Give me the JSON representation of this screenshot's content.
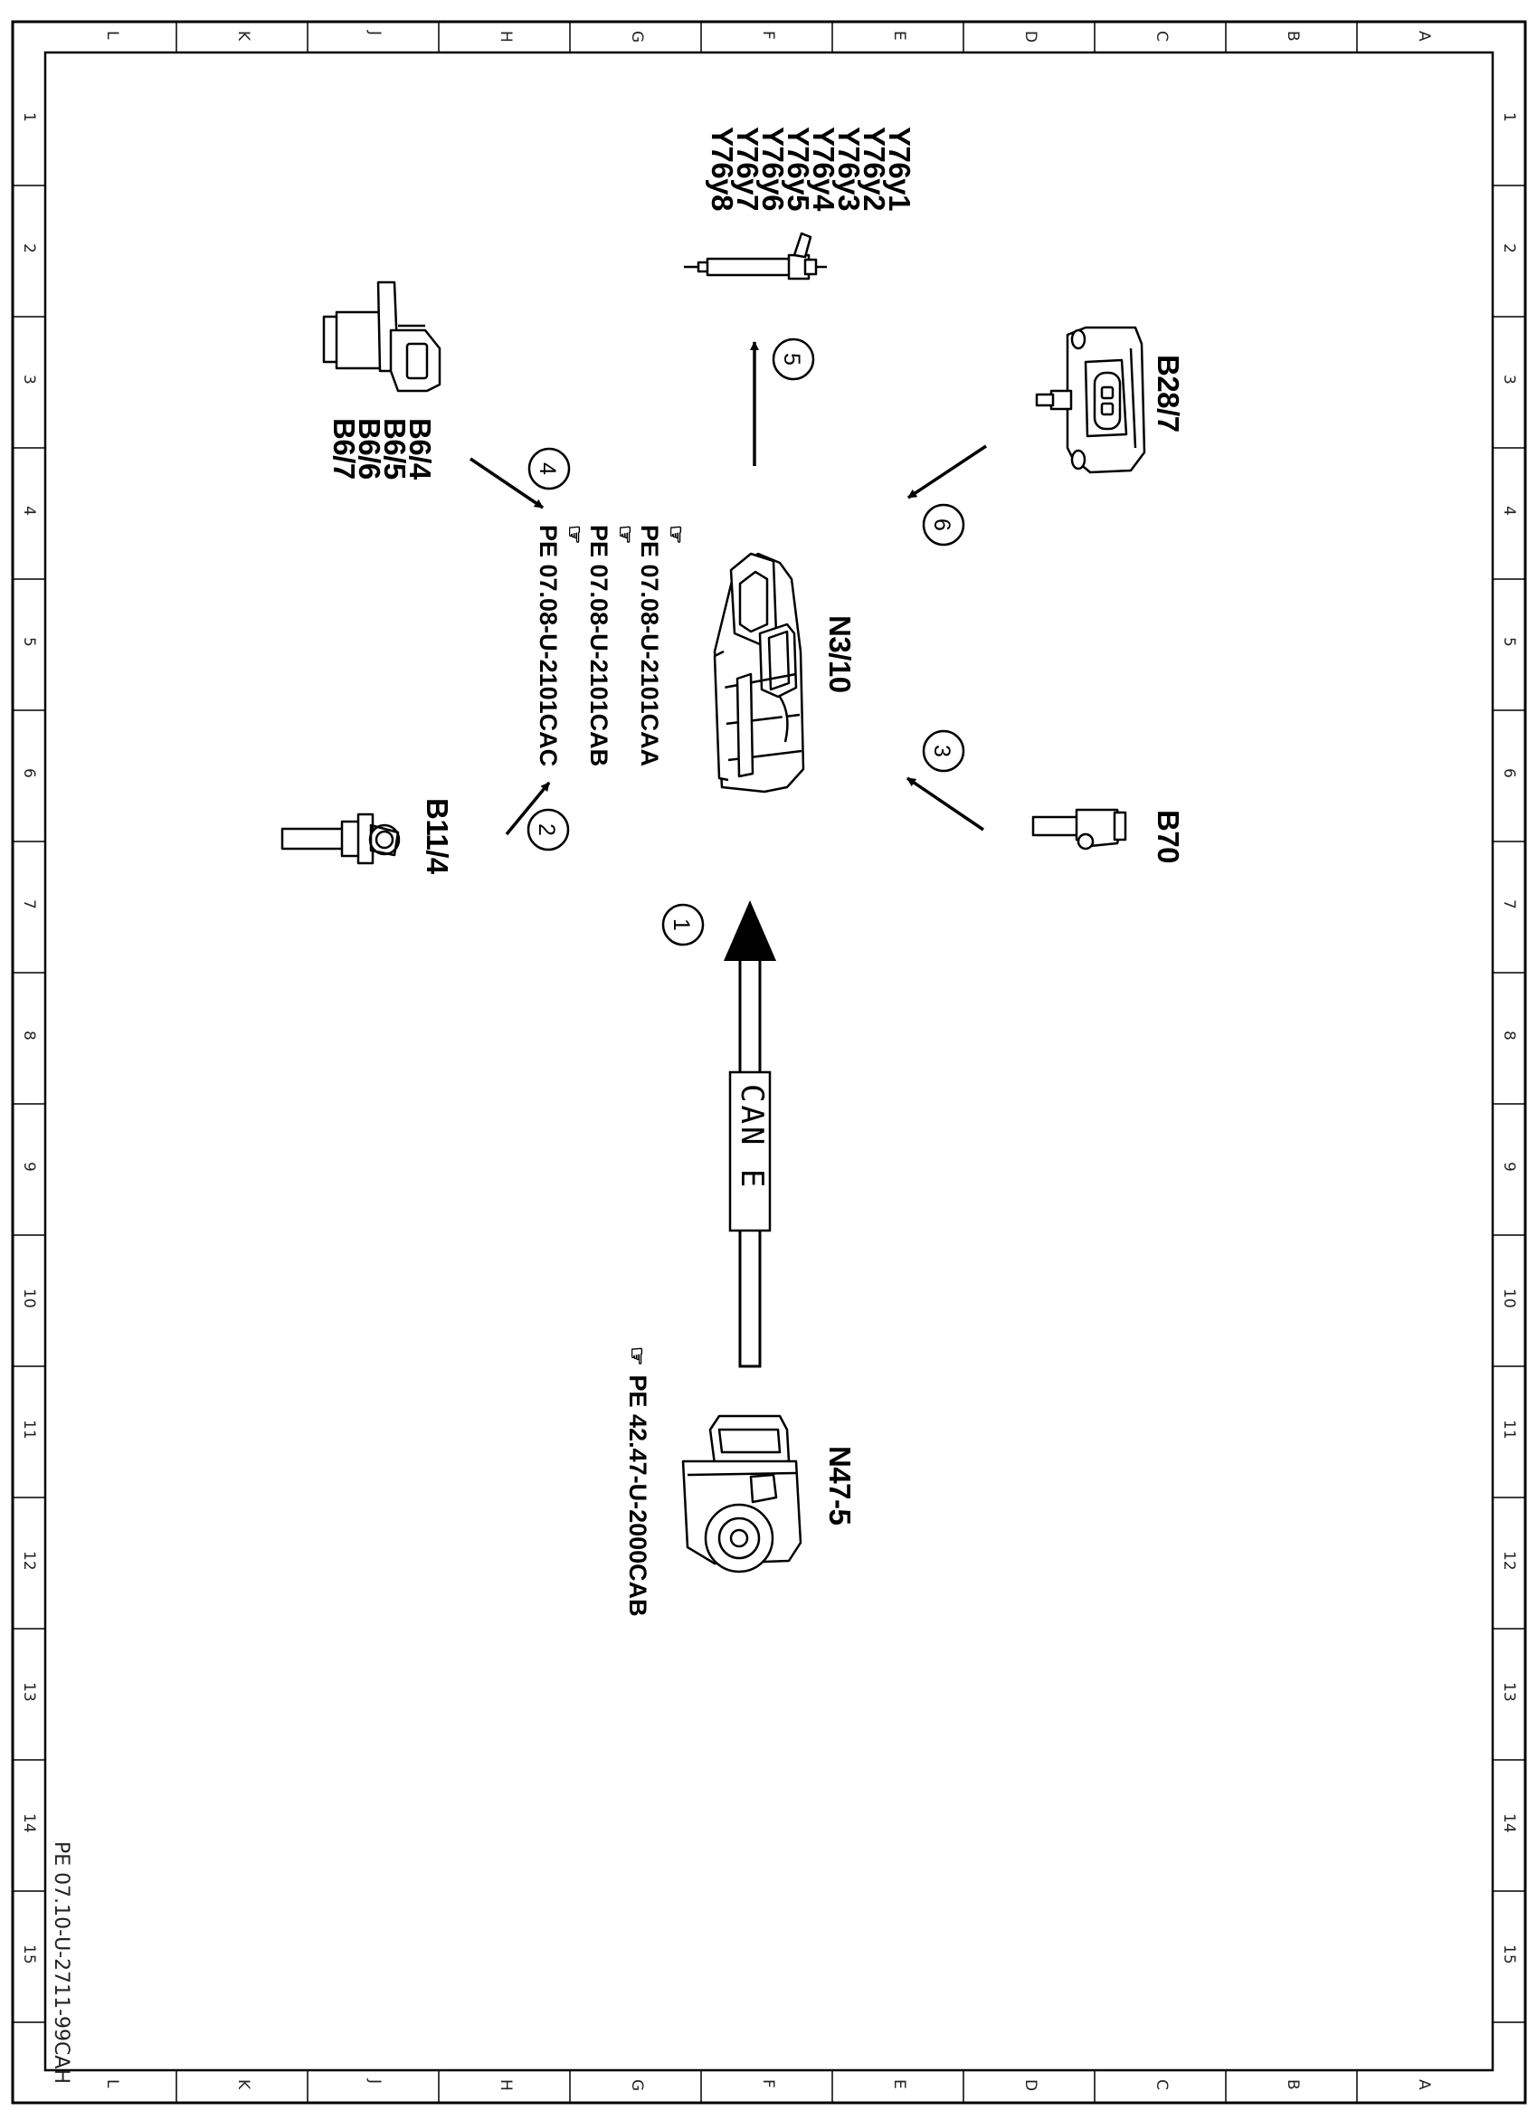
{
  "frame": {
    "letters_top": [
      "L",
      "K",
      "J",
      "H",
      "G",
      "F",
      "E",
      "D",
      "C",
      "B",
      "A"
    ],
    "letters_bottom": [
      "L",
      "K",
      "J",
      "H",
      "G",
      "F",
      "E",
      "D",
      "C",
      "B",
      "A"
    ],
    "numbers_left": [
      "1",
      "2",
      "3",
      "4",
      "5",
      "6",
      "7",
      "8",
      "9",
      "10",
      "11",
      "12",
      "13",
      "14",
      "15"
    ],
    "numbers_right": [
      "1",
      "2",
      "3",
      "4",
      "5",
      "6",
      "7",
      "8",
      "9",
      "10",
      "11",
      "12",
      "13",
      "14",
      "15"
    ]
  },
  "components": {
    "n3_10": "N3/10",
    "b28_7": "B28/7",
    "b70": "B70",
    "b11_4": "B11/4",
    "n47_5": "N47-5",
    "y76": [
      "Y76y1",
      "Y76y2",
      "Y76y3",
      "Y76y4",
      "Y76y5",
      "Y76y6",
      "Y76y7",
      "Y76y8"
    ],
    "b6": [
      "B6/4",
      "B6/5",
      "B6/6",
      "B6/7"
    ]
  },
  "references": {
    "n3_10": [
      "PE  07.08-U-2101CAA",
      "PE  07.08-U-2101CAB",
      "PE  07.08-U-2101CAC"
    ],
    "n47_5": "PE  42.47-U-2000CAB",
    "hand_icon": "pointing-hand-icon"
  },
  "bus_label": "CAN E",
  "arrow_numbers": [
    "1",
    "2",
    "3",
    "4",
    "5",
    "6"
  ],
  "footer_code": "PE 07.10-U-2711-99CAH"
}
